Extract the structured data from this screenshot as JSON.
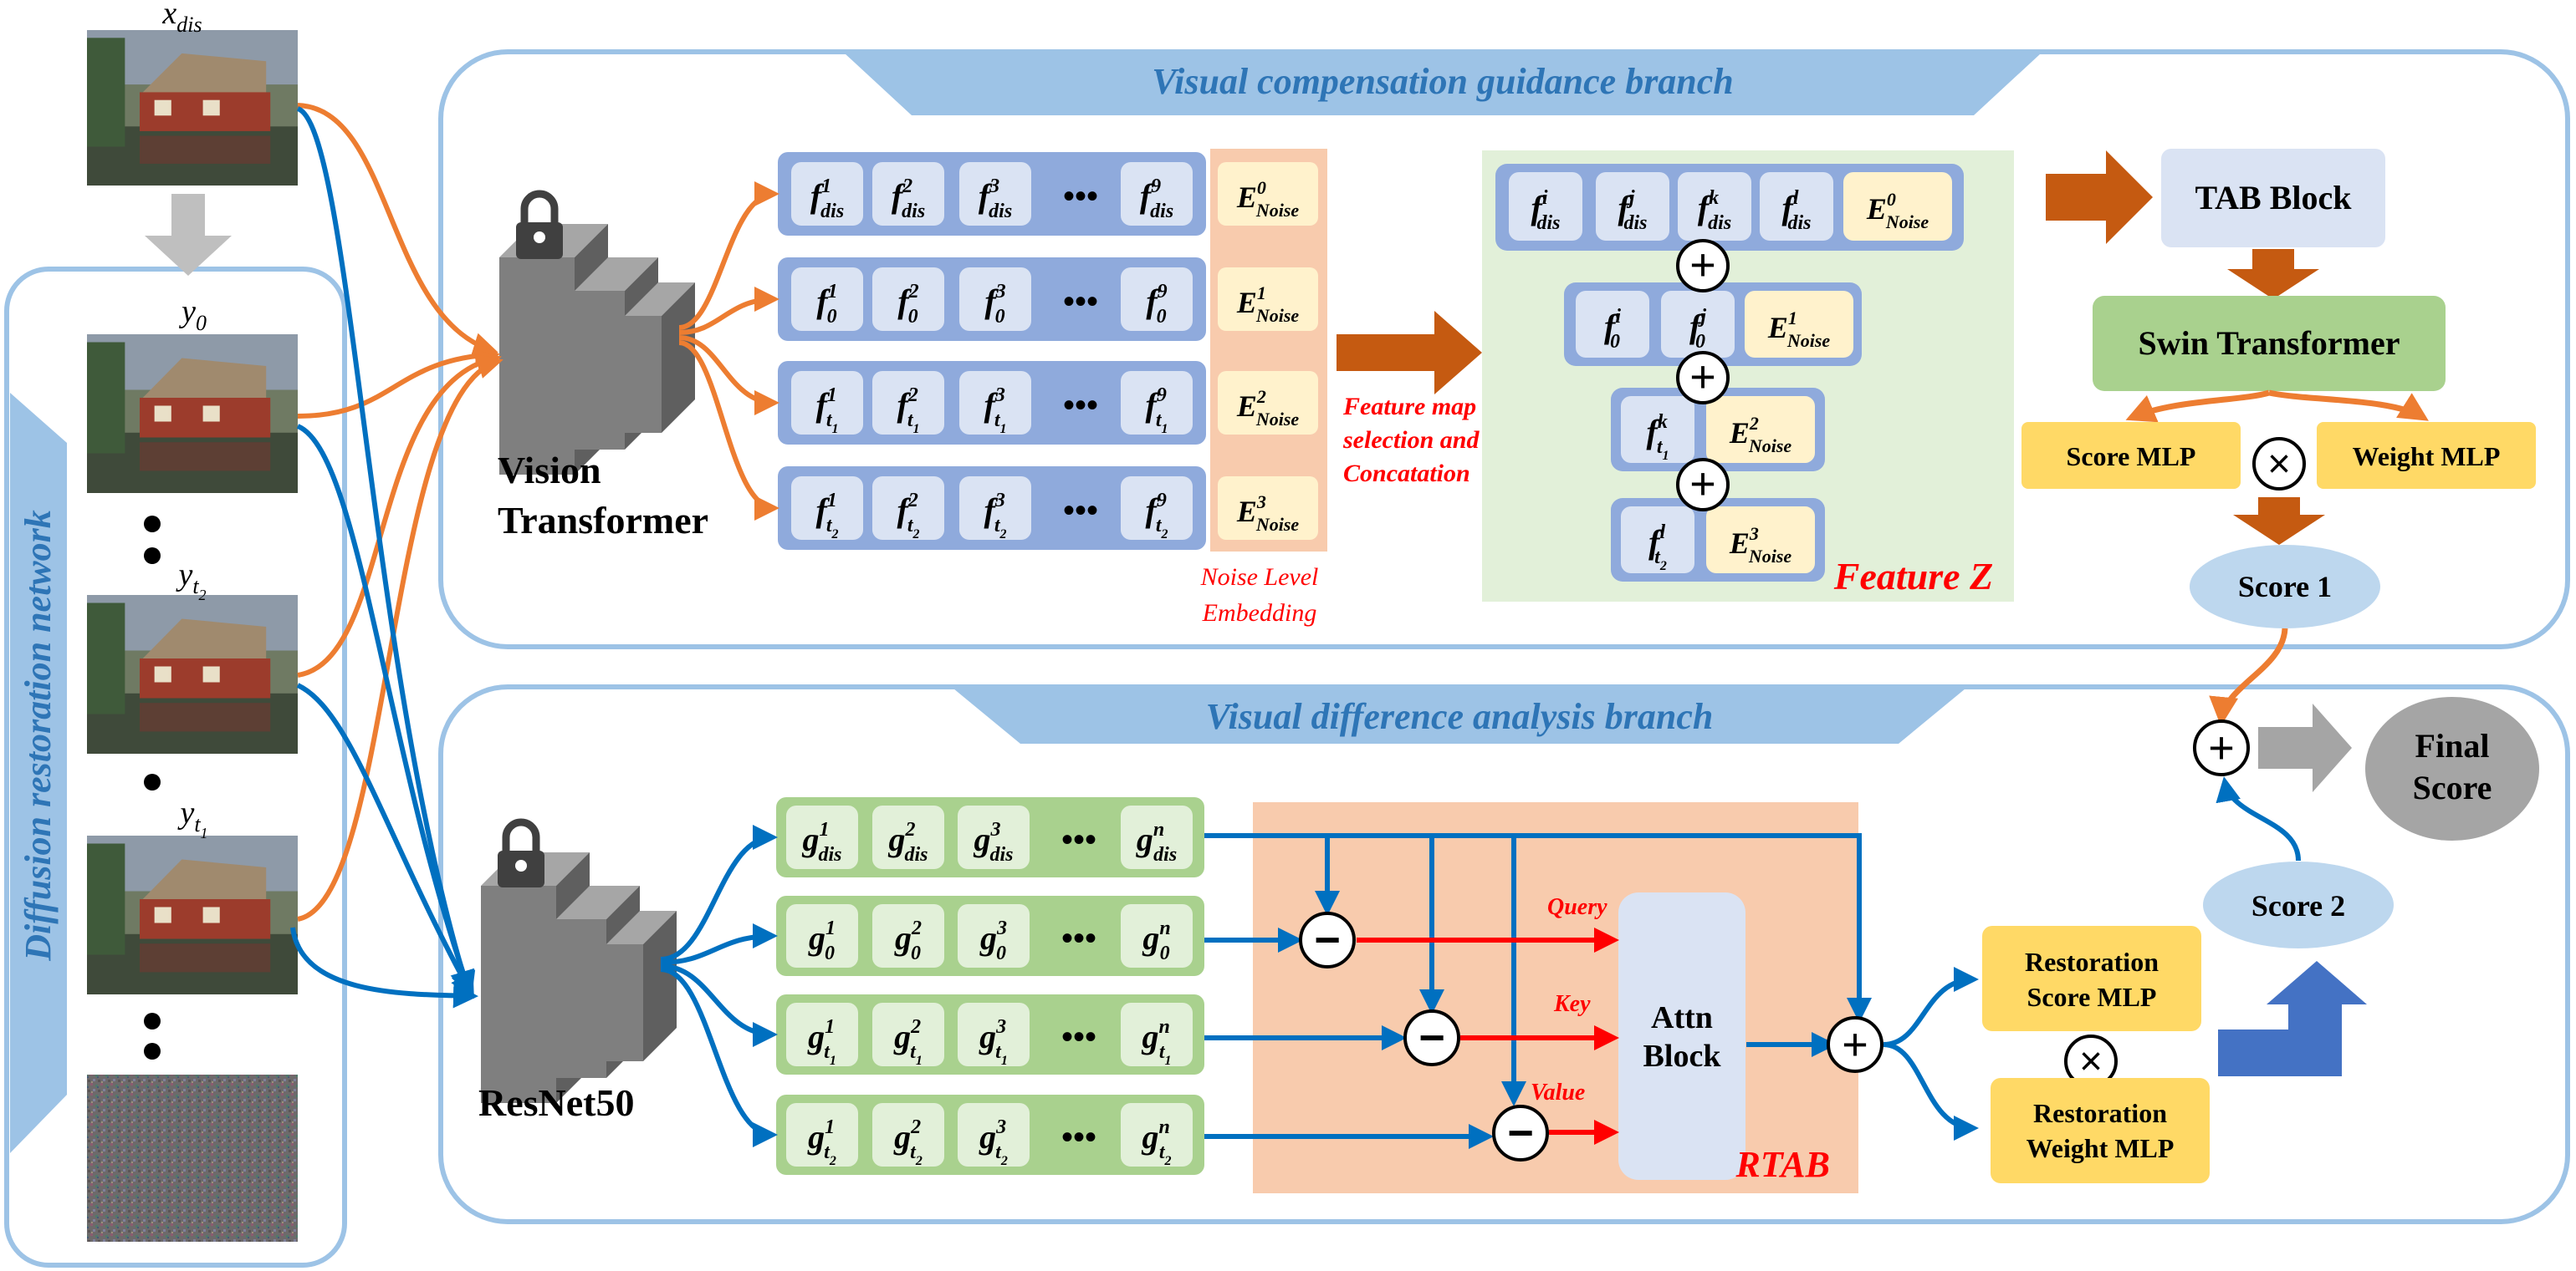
{
  "colors": {
    "branch_border": "#9dc3e6",
    "branch_title": "#2e75b6",
    "orange_arrow": "#ed7d31",
    "blue_arrow": "#0070c0",
    "red_arrow": "#ff0000",
    "dark_orange": "#c55a11",
    "vit_block_bg": "#8faadc",
    "vit_cell_bg": "#dae3f3",
    "noise_col_bg": "#f8cbad",
    "noise_cell_bg": "#fff2cc",
    "res_block_bg": "#a9d18e",
    "res_cell_bg": "#e2f0d9",
    "feature_z_bg": "#e2f0d9",
    "mlp_bg": "#ffd966",
    "score_bg": "#bdd7ee",
    "final_score_bg": "#a5a5a5",
    "swin_bg": "#a9d18e",
    "tab_bg": "#dae3f3"
  },
  "left_panel": {
    "label": "Diffusion restoration network",
    "image_labels": {
      "dis": {
        "base": "x",
        "sub": "dis"
      },
      "y0": {
        "base": "y",
        "sub": "0"
      },
      "yt2": {
        "base": "y",
        "sub": "t",
        "sub2": "2"
      },
      "yt1": {
        "base": "y",
        "sub": "t",
        "sub2": "1"
      }
    }
  },
  "top_branch": {
    "title": "Visual compensation guidance branch",
    "encoder_label_line1": "Vision",
    "encoder_label_line2": "Transformer",
    "feature_rows": [
      {
        "sub": "dis",
        "noise_sup": "0"
      },
      {
        "sub": "0",
        "noise_sup": "1"
      },
      {
        "sub": "t1",
        "noise_sup": "2"
      },
      {
        "sub": "t2",
        "noise_sup": "3"
      }
    ],
    "feature_base": "f",
    "feature_indices": [
      "1",
      "2",
      "3",
      "9"
    ],
    "ellipsis": "•••",
    "noise_base": "E",
    "noise_sub": "Noise",
    "noise_label_line1": "Noise Level",
    "noise_label_line2": "Embedding",
    "selection_label_line1": "Feature map",
    "selection_label_line2": "selection and",
    "selection_label_line3": "Concatation",
    "feature_z_label": "Feature Z",
    "feature_z_indices": [
      "i",
      "j",
      "k",
      "l"
    ],
    "tab_block": "TAB Block",
    "swin": "Swin Transformer",
    "score_mlp": "Score MLP",
    "weight_mlp": "Weight MLP",
    "score1": "Score 1"
  },
  "bottom_branch": {
    "title": "Visual difference analysis branch",
    "encoder_label": "ResNet50",
    "feature_base": "g",
    "feature_indices": [
      "1",
      "2",
      "3",
      "n"
    ],
    "ellipsis": "•••",
    "rtab_label": "RTAB",
    "query": "Query",
    "key": "Key",
    "value": "Value",
    "attn_line1": "Attn",
    "attn_line2": "Block",
    "restoration_score_line1": "Restoration",
    "restoration_score_line2": "Score MLP",
    "restoration_weight_line1": "Restoration",
    "restoration_weight_line2": "Weight MLP",
    "score2": "Score 2"
  },
  "final_line1": "Final",
  "final_line2": "Score",
  "plus_symbol": "+",
  "minus_symbol": "−",
  "times_symbol": "×"
}
